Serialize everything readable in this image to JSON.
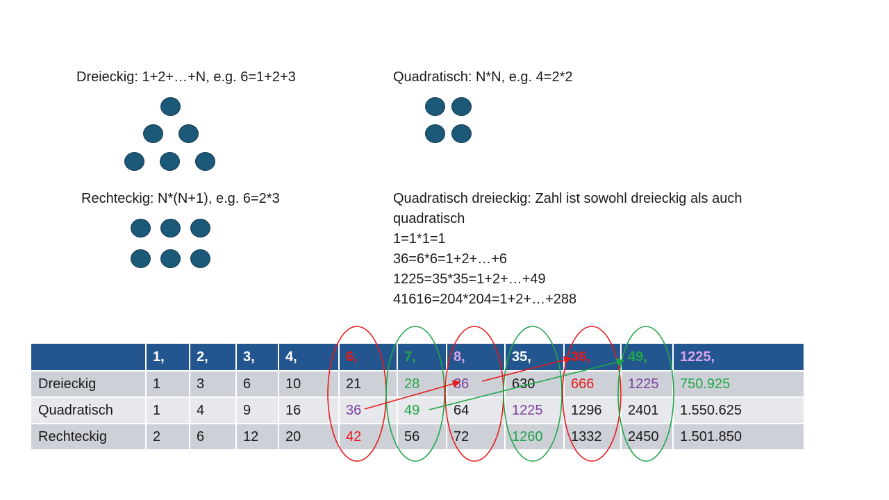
{
  "labels": {
    "dreieckig": "Dreieckig: 1+2+…+N, e.g. 6=1+2+3",
    "quadratisch": "Quadratisch: N*N, e.g. 4=2*2",
    "rechteckig": "Rechteckig: N*(N+1), e.g. 6=2*3",
    "quadratisch_dreieckig": [
      "Quadratisch dreieckig: Zahl ist sowohl dreieckig als auch",
      "quadratisch",
      "1=1*1=1",
      "36=6*6=1+2+…+6",
      "1225=35*35=1+2+…+49",
      "41616=204*204=1+2+…+288"
    ]
  },
  "colors": {
    "dot_fill": "#1c5878",
    "header_bg": "#23568f",
    "red": "#e8191b",
    "green": "#21a649",
    "purple": "#7d3fa0",
    "light_purple": "#d9a4ec"
  },
  "table": {
    "header": [
      "",
      "1,",
      "2,",
      "3,",
      "4,",
      "6,",
      "7,",
      "8,",
      "35,",
      "36,",
      "49,",
      "1225,"
    ],
    "header_colors": [
      "#ffffff",
      "#ffffff",
      "#ffffff",
      "#ffffff",
      "#ffffff",
      "#e8191b",
      "#21a649",
      "#d9a4ec",
      "#ffffff",
      "#e8191b",
      "#21a649",
      "#d9a4ec"
    ],
    "rows": [
      {
        "label": "Dreieckig",
        "cells": [
          "1",
          "3",
          "6",
          "10",
          "21",
          "28",
          "36",
          "630",
          "666",
          "1225",
          "750.925"
        ],
        "colors": [
          "",
          "",
          "",
          "",
          "",
          "#21a649",
          "#7d3fa0",
          "",
          "#e8191b",
          "#7d3fa0",
          "#21a649"
        ]
      },
      {
        "label": "Quadratisch",
        "cells": [
          "1",
          "4",
          "9",
          "16",
          "36",
          "49",
          "64",
          "1225",
          "1296",
          "2401",
          "1.550.625"
        ],
        "colors": [
          "",
          "",
          "",
          "",
          "#7d3fa0",
          "#21a649",
          "",
          "#7d3fa0",
          "",
          "",
          ""
        ]
      },
      {
        "label": "Rechteckig",
        "cells": [
          "2",
          "6",
          "12",
          "20",
          "42",
          "56",
          "72",
          "1260",
          "1332",
          "2450",
          "1.501.850"
        ],
        "colors": [
          "",
          "",
          "",
          "",
          "#e8191b",
          "",
          "",
          "#21a649",
          "",
          "",
          ""
        ]
      }
    ]
  }
}
